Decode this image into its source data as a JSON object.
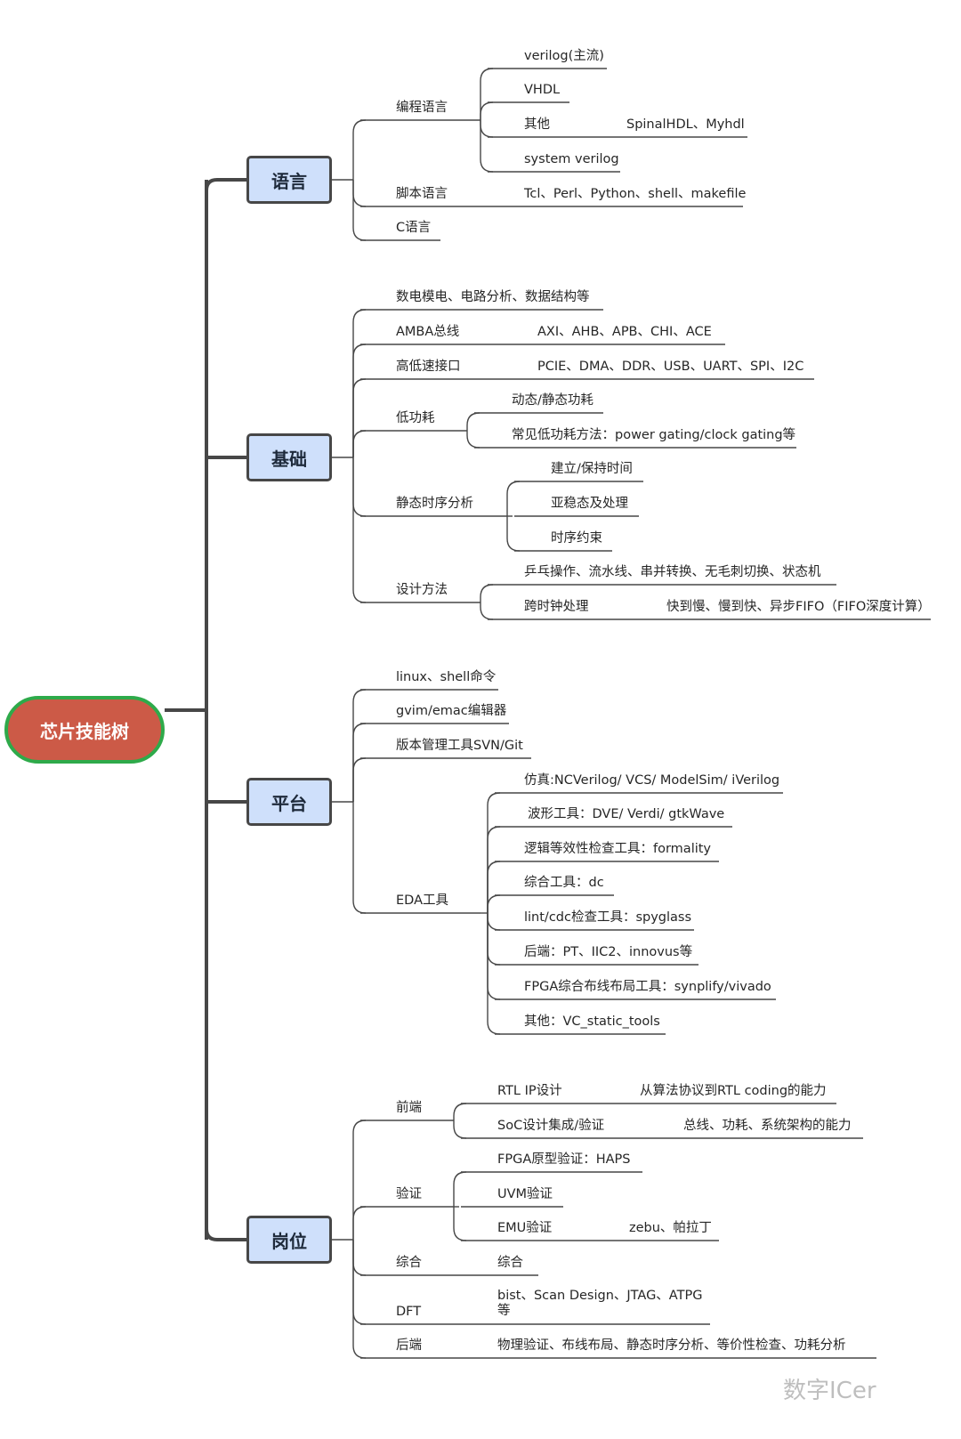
{
  "root": {
    "label": "芯片技能树"
  },
  "categories": [
    {
      "label": "语言",
      "groups": [
        {
          "label": "编程语言",
          "children": [
            {
              "label": "verilog(主流)"
            },
            {
              "label": "VHDL"
            },
            {
              "label": "其他",
              "detail": "SpinalHDL、Myhdl"
            },
            {
              "label": "system verilog"
            }
          ]
        },
        {
          "label": "脚本语言",
          "detail": "Tcl、Perl、Python、shell、makefile"
        },
        {
          "label": "C语言"
        }
      ]
    },
    {
      "label": "基础",
      "groups": [
        {
          "label": "数电模电、电路分析、数据结构等"
        },
        {
          "label": "AMBA总线",
          "detail": "AXI、AHB、APB、CHI、ACE"
        },
        {
          "label": "高低速接口",
          "detail": "PCIE、DMA、DDR、USB、UART、SPI、I2C"
        },
        {
          "label": "低功耗",
          "children": [
            {
              "label": "动态/静态功耗"
            },
            {
              "label": "常见低功耗方法：power gating/clock gating等"
            }
          ]
        },
        {
          "label": "静态时序分析",
          "children": [
            {
              "label": "建立/保持时间"
            },
            {
              "label": "亚稳态及处理"
            },
            {
              "label": "时序约束"
            }
          ]
        },
        {
          "label": "设计方法",
          "children": [
            {
              "label": "乒乓操作、流水线、串并转换、无毛刺切换、状态机"
            },
            {
              "label": "跨时钟处理",
              "detail": "快到慢、慢到快、异步FIFO（FIFO深度计算）"
            }
          ]
        }
      ]
    },
    {
      "label": "平台",
      "groups": [
        {
          "label": "linux、shell命令"
        },
        {
          "label": "gvim/emac编辑器"
        },
        {
          "label": "版本管理工具SVN/Git"
        },
        {
          "label": "EDA工具",
          "children": [
            {
              "label": "仿真:NCVerilog/ VCS/ ModelSim/ iVerilog"
            },
            {
              "label": "波形工具：DVE/ Verdi/ gtkWave"
            },
            {
              "label": "逻辑等效性检查工具：formality"
            },
            {
              "label": "综合工具：dc"
            },
            {
              "label": "lint/cdc检查工具：spyglass"
            },
            {
              "label": "后端：PT、IIC2、innovus等"
            },
            {
              "label": "FPGA综合布线布局工具：synplify/vivado"
            },
            {
              "label": "其他：VC_static_tools"
            }
          ]
        }
      ]
    },
    {
      "label": "岗位",
      "groups": [
        {
          "label": "前端",
          "children": [
            {
              "label": "RTL IP设计",
              "detail": "从算法协议到RTL coding的能力"
            },
            {
              "label": "SoC设计集成/验证",
              "detail": "总线、功耗、系统架构的能力"
            }
          ]
        },
        {
          "label": "验证",
          "children": [
            {
              "label": "FPGA原型验证：HAPS"
            },
            {
              "label": "UVM验证"
            },
            {
              "label": "EMU验证",
              "detail": "zebu、帕拉丁"
            }
          ]
        },
        {
          "label": "综合",
          "detail": "综合"
        },
        {
          "label": "DFT",
          "detail": "bist、Scan Design、JTAG、ATPG等"
        },
        {
          "label": "后端",
          "detail": "物理验证、布线布局、静态时序分析、等价性检查、功耗分析"
        }
      ]
    }
  ],
  "watermark": "数字ICer",
  "colors": {
    "root_fill": "#cc5a47",
    "root_border": "#2eaa4a",
    "category_fill": "#cfe0fb",
    "line": "#474747"
  }
}
